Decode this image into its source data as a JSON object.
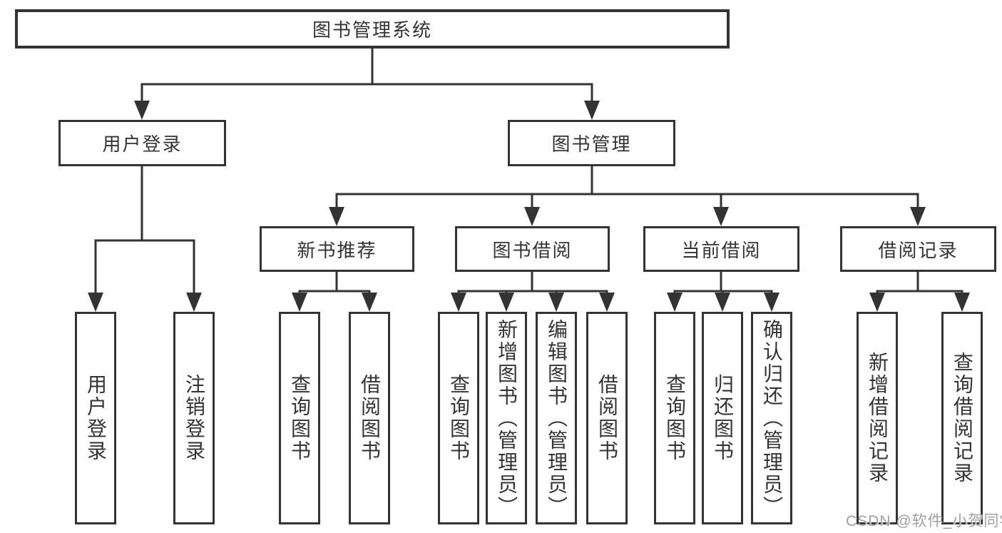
{
  "tree": {
    "label": "图书管理系统",
    "children": [
      {
        "label": "用户登录",
        "children": [
          {
            "label": "用户登录"
          },
          {
            "label": "注销登录"
          }
        ]
      },
      {
        "label": "图书管理",
        "children": [
          {
            "label": "新书推荐",
            "children": [
              {
                "label": "查询图书"
              },
              {
                "label": "借阅图书"
              }
            ]
          },
          {
            "label": "图书借阅",
            "children": [
              {
                "label": "查询图书"
              },
              {
                "label": "新增图书（管理员）"
              },
              {
                "label": "编辑图书（管理员）"
              },
              {
                "label": "借阅图书"
              }
            ]
          },
          {
            "label": "当前借阅",
            "children": [
              {
                "label": "查询图书"
              },
              {
                "label": "归还图书"
              },
              {
                "label": "确认归还（管理员）"
              }
            ]
          },
          {
            "label": "借阅记录",
            "children": [
              {
                "label": "新增借阅记录"
              },
              {
                "label": "查询借阅记录"
              }
            ]
          }
        ]
      }
    ]
  },
  "watermark": {
    "text": "CSDN @软件_小贺同学"
  },
  "colors": {
    "line": "#333333",
    "box_border": "#333333",
    "box_background": "#ffffff",
    "text": "#333333",
    "watermark": "#a0a0a0",
    "page_background": "#ffffff"
  }
}
